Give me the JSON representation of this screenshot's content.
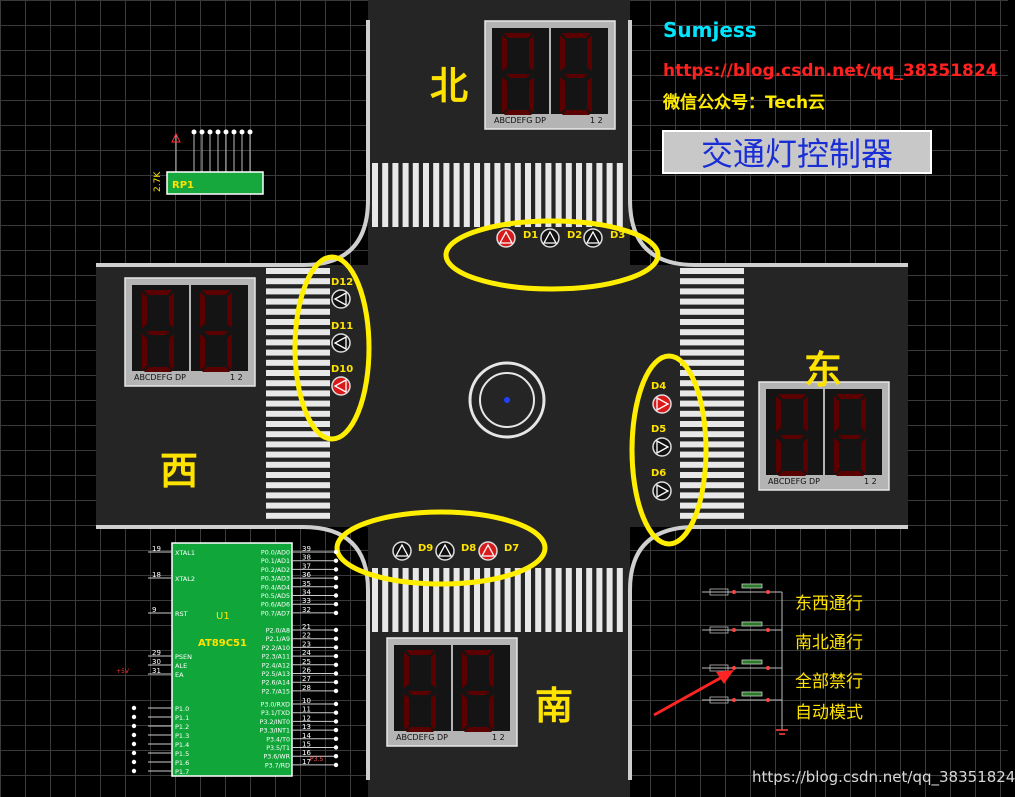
{
  "credit": {
    "author": "Sumjess",
    "blog_url": "https://blog.csdn.net/qq_38351824",
    "wechat": "微信公众号：Tech云"
  },
  "title": "交通灯控制器",
  "directions": {
    "north": "北",
    "south": "南",
    "east": "东",
    "west": "西"
  },
  "buttons": [
    {
      "label": "东西通行"
    },
    {
      "label": "南北通行"
    },
    {
      "label": "全部禁行"
    },
    {
      "label": "自动模式"
    }
  ],
  "leds": {
    "north": [
      "D1",
      "D2",
      "D3"
    ],
    "east": [
      "D4",
      "D5",
      "D6"
    ],
    "south": [
      "D9",
      "D8",
      "D7"
    ],
    "west": [
      "D12",
      "D11",
      "D10"
    ]
  },
  "resistor_pack": {
    "name": "RP1",
    "value": "2.7K"
  },
  "mcu": {
    "ref": "U1",
    "part": "AT89C51",
    "left_pins": [
      "XTAL1",
      "XTAL2",
      "RST",
      "PSEN",
      "ALE",
      "EA",
      "P1.0",
      "P1.1",
      "P1.2",
      "P1.3",
      "P1.4",
      "P1.5",
      "P1.6",
      "P1.7"
    ],
    "right_pins": [
      "P0.0/AD0",
      "P0.1/AD1",
      "P0.2/AD2",
      "P0.3/AD3",
      "P0.4/AD4",
      "P0.5/AD5",
      "P0.6/AD6",
      "P0.7/AD7",
      "P2.0/A8",
      "P2.1/A9",
      "P2.2/A10",
      "P2.3/A11",
      "P2.4/A12",
      "P2.5/A13",
      "P2.6/A14",
      "P2.7/A15",
      "P3.0/RXD",
      "P3.1/TXD",
      "P3.2/INT0",
      "P3.3/INT1",
      "P3.4/T0",
      "P3.5/T1",
      "P3.6/WR",
      "P3.7/RD"
    ],
    "left_pin_numbers": [
      "19",
      "18",
      "9",
      "29",
      "30",
      "31"
    ],
    "right_pin_numbers": [
      "39",
      "38",
      "37",
      "36",
      "35",
      "34",
      "33",
      "32",
      "21",
      "22",
      "23",
      "24",
      "25",
      "26",
      "27",
      "28",
      "10",
      "11",
      "12",
      "13",
      "14",
      "15",
      "16",
      "17"
    ],
    "supply": "+5V",
    "port_label": "P3.5"
  },
  "display_labels": {
    "segments": "ABCDEFG DP",
    "digits": "1 2"
  },
  "footer_watermark": "https://blog.csdn.net/qq_38351824",
  "colors": {
    "credit": "#00e5ff",
    "blog": "#ff2020",
    "wechat": "#ffeb00",
    "label": "#ffe300",
    "title_text": "#1a2ed6",
    "mcu_body": "#11a63a",
    "highlight_ellipse": "#ffee00",
    "led_red": "#d81a1a",
    "digit_on": "#5a0000"
  }
}
